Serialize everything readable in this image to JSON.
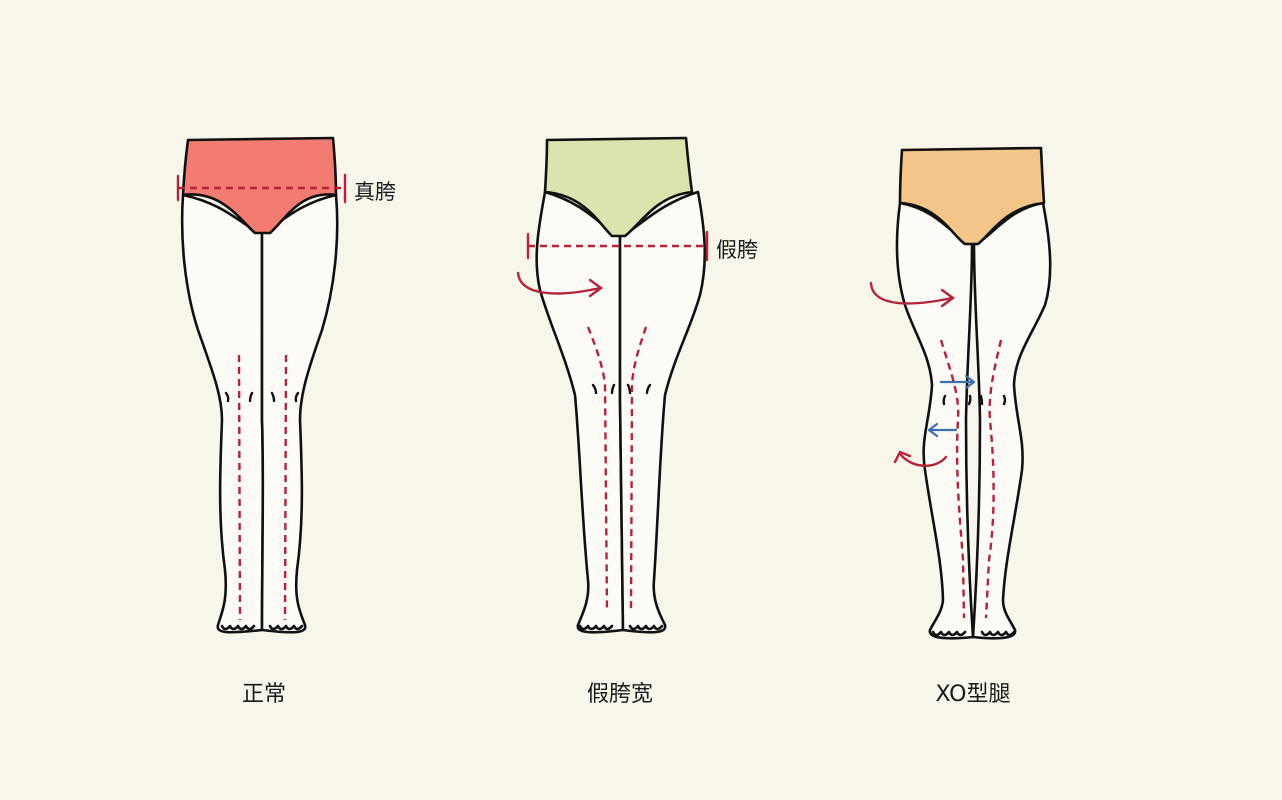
{
  "figures": [
    {
      "id": "normal",
      "caption": "正常",
      "brief_color": "#f27b72",
      "hip_label": "真胯"
    },
    {
      "id": "false-hip-wide",
      "caption": "假胯宽",
      "brief_color": "#dde3af",
      "hip_label": "假胯"
    },
    {
      "id": "xo-legs",
      "caption": "XO型腿",
      "brief_color": "#f1c688"
    }
  ],
  "colors": {
    "background": "#f8f5ea",
    "outline": "#111111",
    "guide_red": "#b3233a",
    "arrow_blue": "#3b6fb0"
  }
}
